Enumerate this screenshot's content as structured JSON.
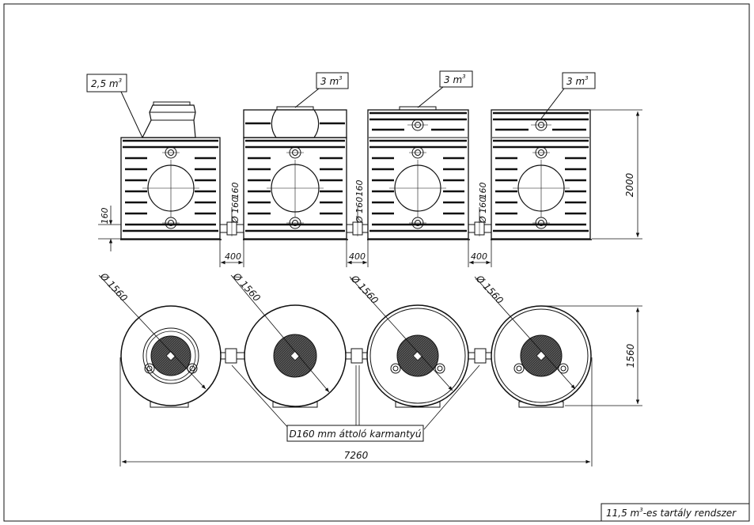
{
  "volume_labels": [
    {
      "text": "2,5 m",
      "sup": "3"
    },
    {
      "text": "3 m",
      "sup": "3"
    },
    {
      "text": "3 m",
      "sup": "3"
    },
    {
      "text": "3 m",
      "sup": "3"
    }
  ],
  "dimensions": {
    "height": "2000",
    "pipe_height": "160",
    "pipe_diameter": "Ø 160",
    "gap": "400",
    "diameter": "Ø 1560",
    "width_plan": "1560",
    "total_length": "7260"
  },
  "connector_label": "D160 mm áttoló karmantyú",
  "title_block": {
    "prefix": "11,5 m",
    "sup": "3",
    "suffix": "-es tartály rendszer"
  },
  "colors": {
    "line": "#111111",
    "hatch": "#444444",
    "background": "#ffffff"
  }
}
